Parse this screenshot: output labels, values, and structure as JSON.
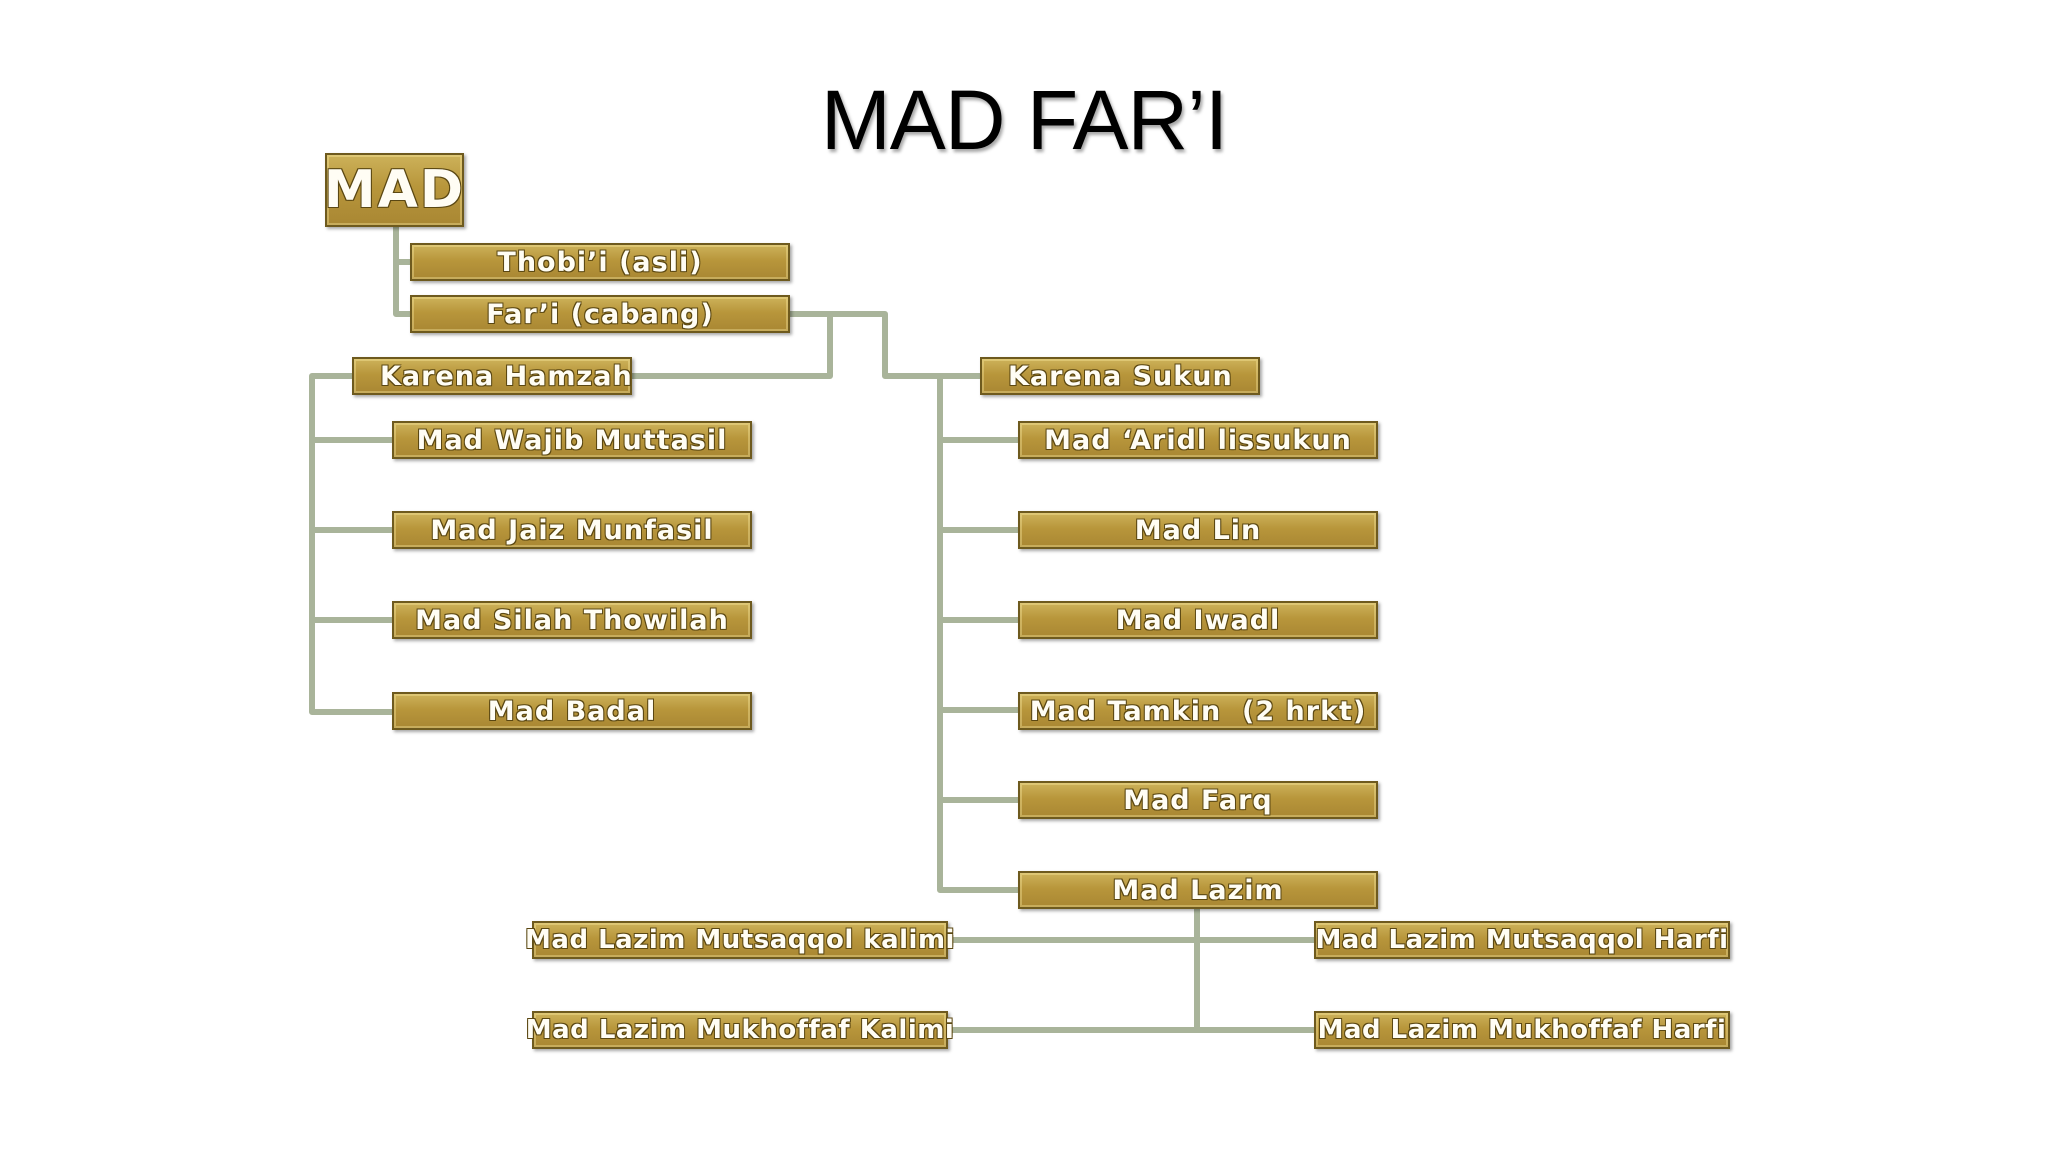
{
  "title": "MAD FAR’I",
  "root": "MAD",
  "level1": [
    "Thobi’i (asli)",
    "Far’i (cabang)"
  ],
  "hamzah": {
    "label": "Karena Hamzah",
    "items": [
      "Mad Wajib Muttasil",
      "Mad Jaiz Munfasil",
      "Mad Silah Thowilah",
      "Mad Badal"
    ]
  },
  "sukun": {
    "label": "Karena Sukun",
    "items": [
      "Mad ‘Aridl lissukun",
      "Mad Lin",
      "Mad Iwadl",
      "Mad Tamkin  (2 hrkt)",
      "Mad Farq",
      "Mad Lazim"
    ]
  },
  "lazim": {
    "items": [
      "Mad Lazim Mutsaqqol kalimi",
      "Mad Lazim Mutsaqqol Harfi",
      "Mad Lazim Mukhoffaf Kalimi",
      "Mad Lazim Mukhoffaf Harfi"
    ]
  },
  "colors": {
    "node_fill": "#b8963b",
    "node_border": "#6e5a1e",
    "connector": "#a9b49a"
  }
}
